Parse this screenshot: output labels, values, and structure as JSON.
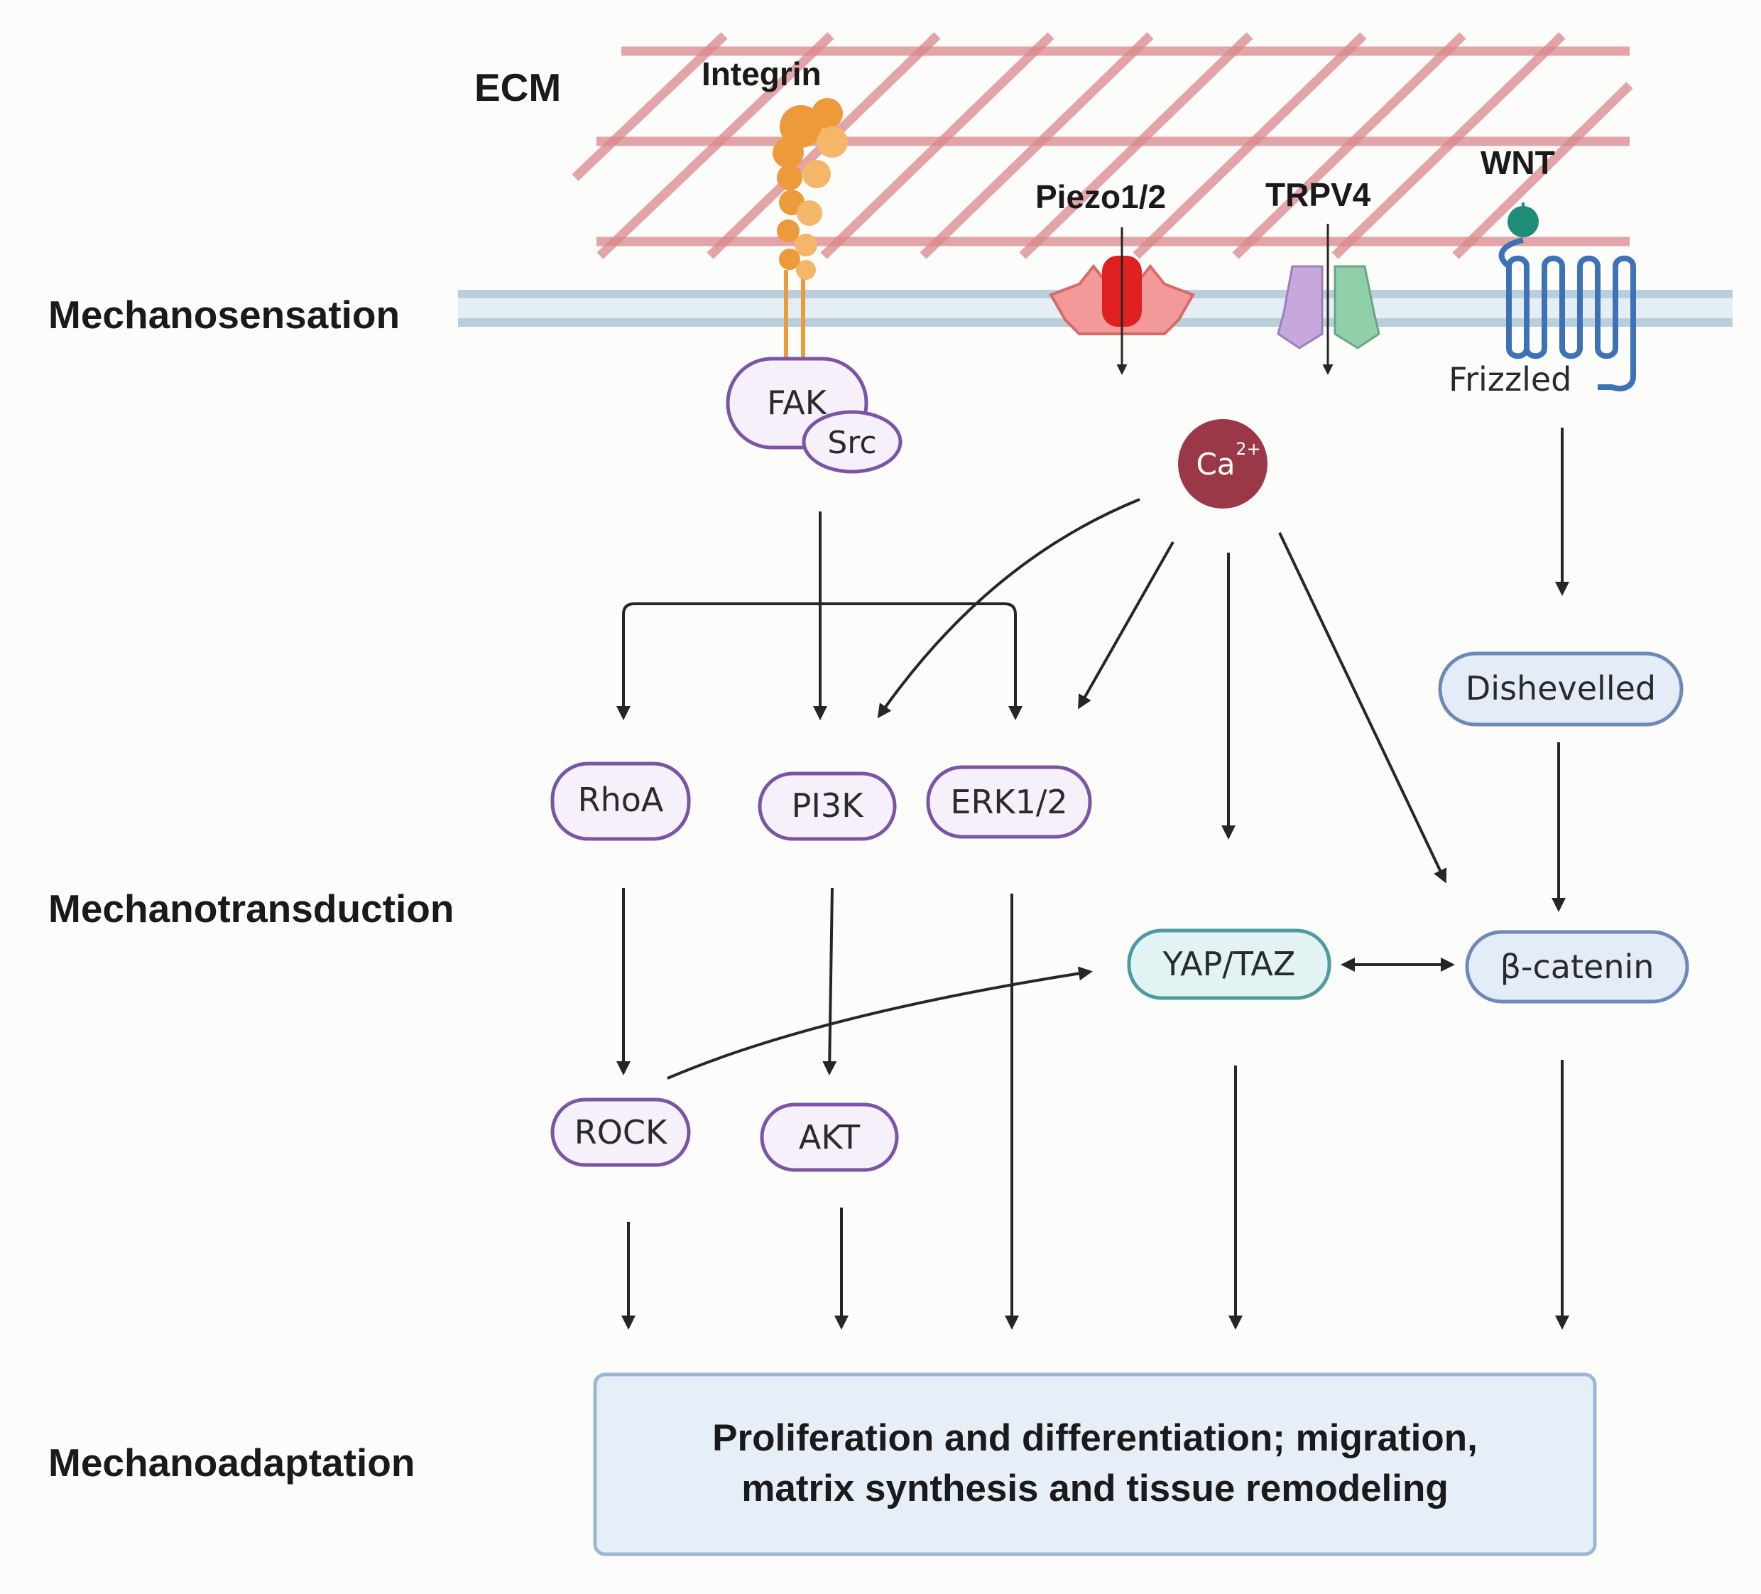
{
  "stages": {
    "sensation": "Mechanosensation",
    "transduction": "Mechanotransduction",
    "adaptation": "Mechanoadaptation"
  },
  "ecm_label": "ECM",
  "receptors": {
    "integrin": "Integrin",
    "piezo": "Piezo1/2",
    "trpv4": "TRPV4",
    "wnt": "WNT",
    "frizzled": "Frizzled"
  },
  "nodes": {
    "fak": "FAK",
    "src": "Src",
    "ca_base": "Ca",
    "ca_sup": "2+",
    "rhoa": "RhoA",
    "pi3k": "PI3K",
    "erk": "ERK1/2",
    "rock": "ROCK",
    "akt": "AKT",
    "yap": "YAP/TAZ",
    "dishevelled": "Dishevelled",
    "catenin": "β-catenin"
  },
  "outcome": {
    "line1": "Proliferation and differentiation; migration,",
    "line2": "matrix synthesis  and tissue remodeling"
  },
  "colors": {
    "ecm": "#d9878a",
    "membrane": "#b9cfdb",
    "integrin": "#ec9a3a",
    "piezo": "#f29a9a",
    "trpv4_left": "#c6a8dc",
    "trpv4_right": "#8fd0a8",
    "frizzled": "#3d73b6",
    "wnt": "#1f8c78",
    "calcium": "#9b3848",
    "purple_node_border": "#7a55a6",
    "purple_node_fill": "#f6f0fa",
    "blue_node_border": "#6e88b8",
    "blue_node_fill": "#e4ecf7",
    "yap_border": "#4e9aa0",
    "yap_fill": "#e2f3f4",
    "outcome_border": "#9db6d6",
    "outcome_fill": "#e6eef8"
  }
}
